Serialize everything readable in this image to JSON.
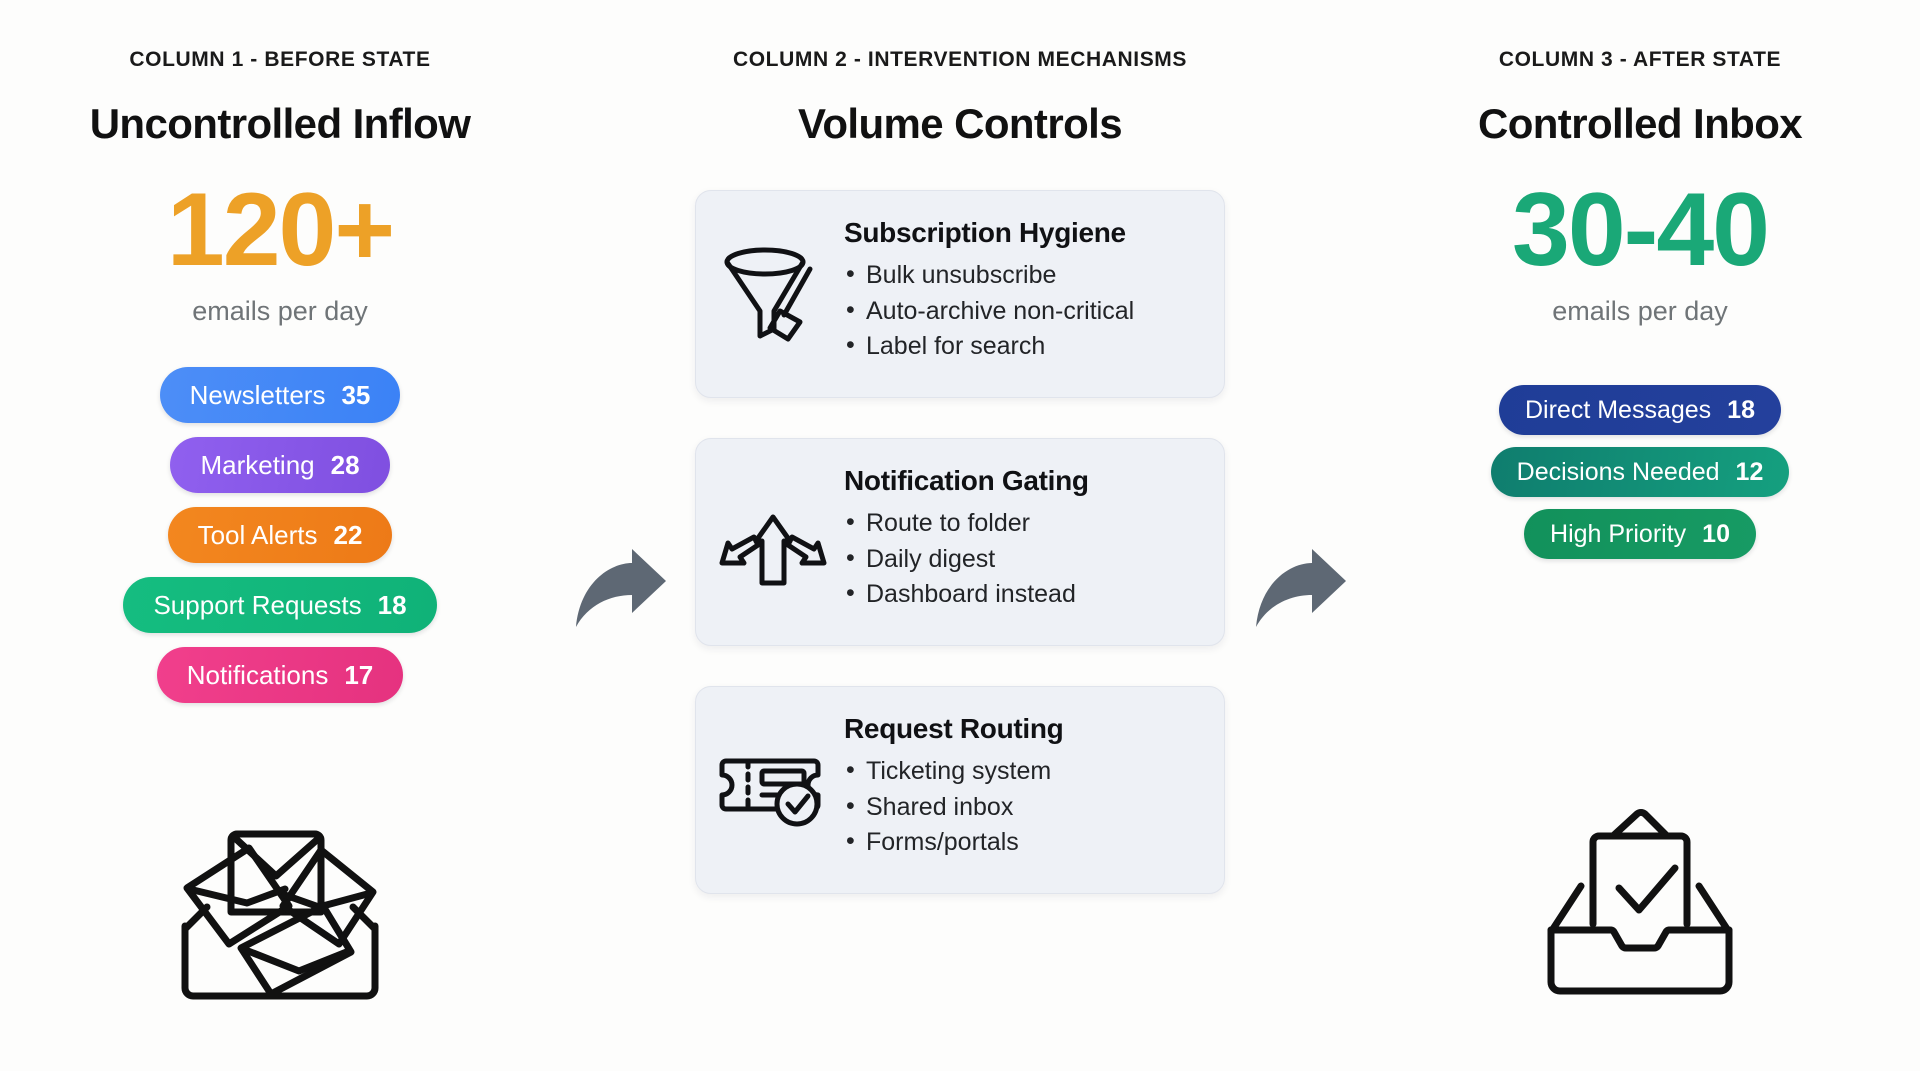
{
  "columns": {
    "before": {
      "kicker": "COLUMN 1 - BEFORE STATE",
      "title": "Uncontrolled Inflow",
      "metric_value": "120+",
      "metric_caption": "emails per day",
      "metric_color": "#eda127",
      "illustration": "overflowing-inbox-icon",
      "pills": [
        {
          "label": "Newsletters",
          "count": "35",
          "color": "#3b82f6"
        },
        {
          "label": "Marketing",
          "count": "28",
          "color": "#7f4fe0"
        },
        {
          "label": "Tool Alerts",
          "count": "22",
          "color": "#ed7a17"
        },
        {
          "label": "Support Requests",
          "count": "18",
          "color": "#10b278"
        },
        {
          "label": "Notifications",
          "count": "17",
          "color": "#e5327f"
        }
      ]
    },
    "middle": {
      "kicker": "COLUMN 2 - INTERVENTION MECHANISMS",
      "title": "Volume Controls",
      "cards": [
        {
          "title": "Subscription Hygiene",
          "icon": "funnel-broom-icon",
          "items": [
            "Bulk unsubscribe",
            "Auto-archive non-critical",
            "Label for search"
          ]
        },
        {
          "title": "Notification Gating",
          "icon": "route-arrows-icon",
          "items": [
            "Route to folder",
            "Daily digest",
            "Dashboard instead"
          ]
        },
        {
          "title": "Request Routing",
          "icon": "ticket-check-icon",
          "items": [
            "Ticketing system",
            "Shared inbox",
            "Forms/portals"
          ]
        }
      ]
    },
    "after": {
      "kicker": "COLUMN 3 - AFTER STATE",
      "title": "Controlled Inbox",
      "metric_value": "30-40",
      "metric_caption": "emails per day",
      "metric_color": "#1aa877",
      "illustration": "inbox-check-icon",
      "pills": [
        {
          "label": "Direct Messages",
          "count": "18",
          "color": "#24409c"
        },
        {
          "label": "Decisions Needed",
          "count": "12",
          "color": "#15a07f"
        },
        {
          "label": "High Priority",
          "count": "10",
          "color": "#179b64"
        }
      ]
    }
  },
  "flow": {
    "arrow_color": "#5e6874",
    "arrow_one": "flow-arrow-icon",
    "arrow_two": "flow-arrow-icon"
  }
}
